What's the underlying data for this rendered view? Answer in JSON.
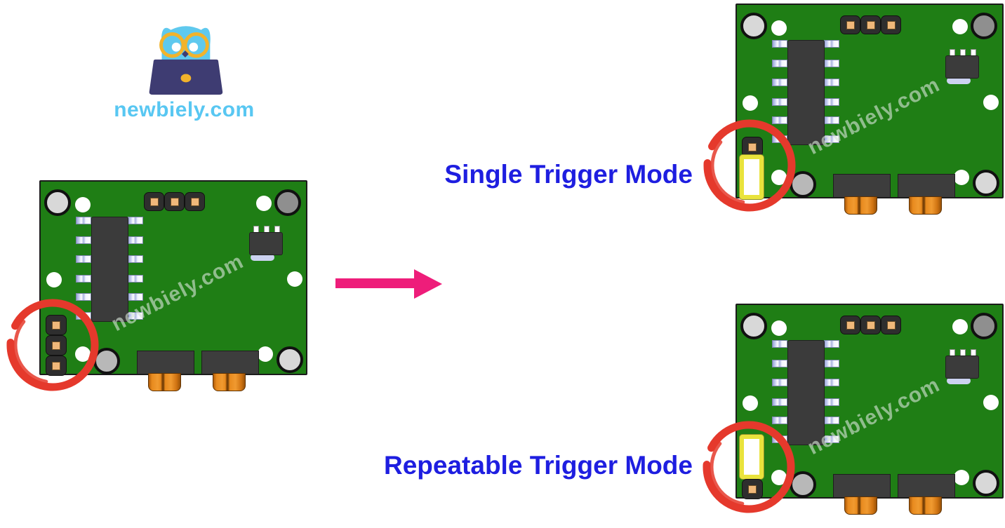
{
  "logo": {
    "site_text": "newbiely.com",
    "icon": "owl-with-glasses-and-laptop"
  },
  "watermark_text": "newbiely.com",
  "annotations": {
    "single_label": "Single Trigger Mode",
    "repeatable_label": "Repeatable Trigger Mode",
    "label_color": "#1e1ee0",
    "arrow_direction": "right",
    "arrow_color": "#ee1d7a",
    "circle_color": "#e5392c"
  },
  "boards": [
    {
      "id": "board-left",
      "jumper": "none",
      "description": "PIR sensor board, jumper pins circled, no cap"
    },
    {
      "id": "board-single",
      "jumper": "single",
      "description": "PIR sensor board, jumper cap on lower pins"
    },
    {
      "id": "board-repeat",
      "jumper": "repeatable",
      "description": "PIR sensor board, jumper cap on upper pins"
    }
  ],
  "colors": {
    "pcb_green": "#1f7e15",
    "jumper_cap_yellow": "#e9e33c",
    "pin_pad_orange": "#f0b87a",
    "pot_knob_orange": "#e0821c",
    "logo_blue": "#58c7f2",
    "laptop_navy": "#3e3c72",
    "glasses_yellow": "#f2b32b",
    "owl_blue": "#5fc9ee"
  }
}
